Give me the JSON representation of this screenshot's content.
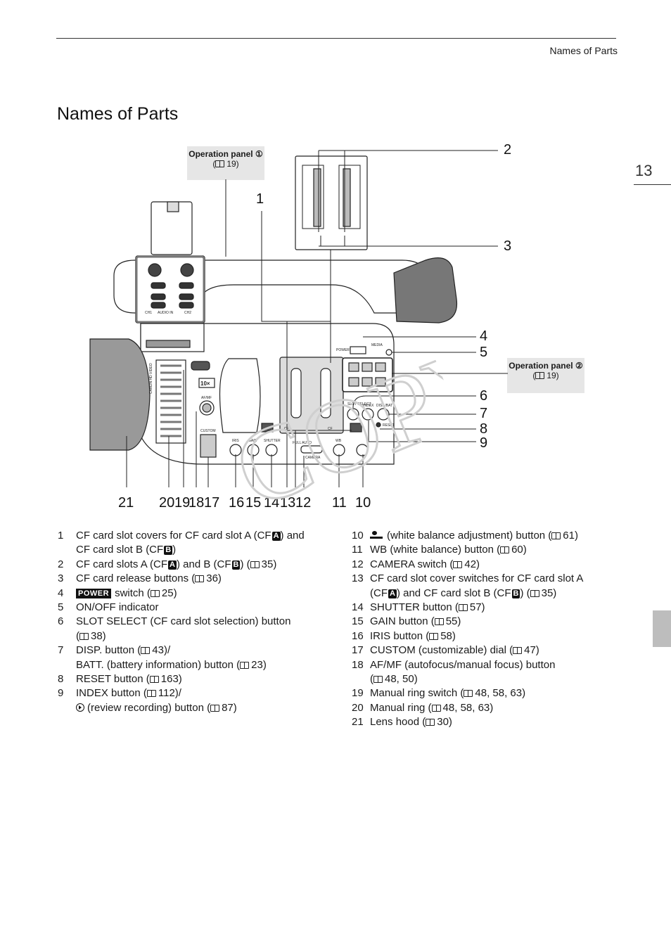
{
  "header": {
    "running_head": "Names of Parts",
    "page_number": "13"
  },
  "page_title": "Names of Parts",
  "figure": {
    "callout_panel_1": {
      "title": "Operation panel ①",
      "ref": "19"
    },
    "callout_panel_2": {
      "title": "Operation panel ②",
      "ref": "19"
    },
    "camera_labels": {
      "audio_in": "AUDIO IN",
      "ch1": "CH1",
      "ch2": "CH2",
      "zoom": "10×",
      "atmf": "AF/MF",
      "custom": "CUSTOM",
      "iris": "IRIS",
      "gain": "GAIN",
      "shutter": "SHUTTER",
      "wb": "WB",
      "full_auto": "FULL AUTO",
      "camera": "CAMERA",
      "slot_select": "SLOT SELECT",
      "index": "INDEX",
      "disp_batt": "DISP./BATT.",
      "reset": "RESET",
      "cfa": "CF",
      "cfb": "CF",
      "power": "POWER",
      "media": "MEDIA",
      "lens_brand": "CANON HD VIDEO"
    },
    "watermark": "COPY",
    "numbers": [
      "1",
      "2",
      "3",
      "4",
      "5",
      "6",
      "7",
      "8",
      "9",
      "10",
      "11",
      "12",
      "13",
      "14",
      "15",
      "16",
      "17",
      "18",
      "19",
      "20",
      "21"
    ]
  },
  "legend_left": [
    {
      "n": "1",
      "lines": [
        "CF card slot covers for CF card slot A (CF A) and",
        "CF card slot B (CF B)"
      ]
    },
    {
      "n": "2",
      "lines": [
        "CF card slots A (CF A) and B (CF B) (▯ 35)"
      ]
    },
    {
      "n": "3",
      "lines": [
        "CF card release buttons (▯ 36)"
      ]
    },
    {
      "n": "4",
      "lines": [
        "POWER switch (▯ 25)"
      ]
    },
    {
      "n": "5",
      "lines": [
        "ON/OFF indicator"
      ]
    },
    {
      "n": "6",
      "lines": [
        "SLOT SELECT (CF card slot selection) button",
        "(▯ 38)"
      ]
    },
    {
      "n": "7",
      "lines": [
        "DISP. button (▯ 43)/",
        "BATT. (battery information) button (▯ 23)"
      ]
    },
    {
      "n": "8",
      "lines": [
        "RESET button (▯ 163)"
      ]
    },
    {
      "n": "9",
      "lines": [
        "INDEX button (▯ 112)/",
        "(review recording) button (▯ 87)"
      ]
    }
  ],
  "legend_right": [
    {
      "n": "10",
      "lines": [
        "(white balance adjustment) button (▯ 61)"
      ]
    },
    {
      "n": "11",
      "lines": [
        "WB (white balance) button (▯ 60)"
      ]
    },
    {
      "n": "12",
      "lines": [
        "CAMERA switch (▯ 42)"
      ]
    },
    {
      "n": "13",
      "lines": [
        "CF card slot cover switches for CF card slot A",
        "(CF A) and CF card slot B (CF B) (▯ 35)"
      ]
    },
    {
      "n": "14",
      "lines": [
        "SHUTTER button (▯ 57)"
      ]
    },
    {
      "n": "15",
      "lines": [
        "GAIN button (▯ 55)"
      ]
    },
    {
      "n": "16",
      "lines": [
        "IRIS button (▯ 58)"
      ]
    },
    {
      "n": "17",
      "lines": [
        "CUSTOM (customizable) dial (▯ 47)"
      ]
    },
    {
      "n": "18",
      "lines": [
        "AF/MF (autofocus/manual focus) button",
        "(▯ 48, 50)"
      ]
    },
    {
      "n": "19",
      "lines": [
        "Manual ring switch (▯ 48, 58, 63)"
      ]
    },
    {
      "n": "20",
      "lines": [
        "Manual ring (▯ 48, 58, 63)"
      ]
    },
    {
      "n": "21",
      "lines": [
        "Lens hood (▯ 30)"
      ]
    }
  ]
}
